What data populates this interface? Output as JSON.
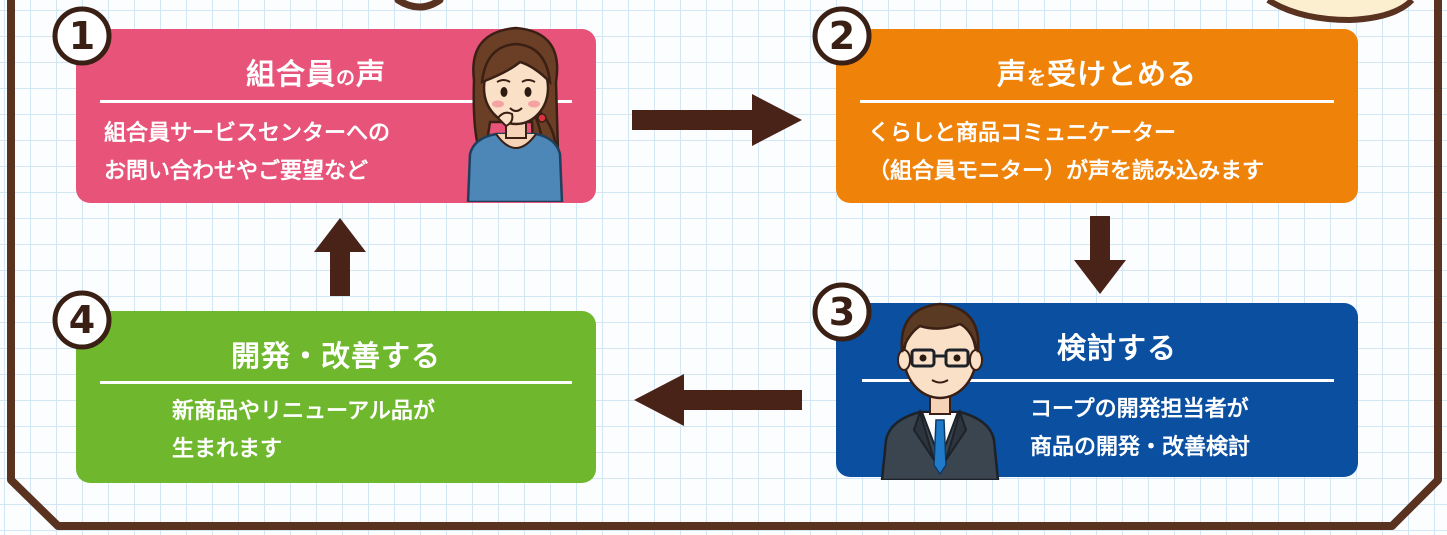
{
  "colors": {
    "frame": "#5a3220",
    "arrow": "#4a2318",
    "step1": "#e8537a",
    "step2": "#ef8209",
    "step3": "#0a4fa0",
    "step4": "#6fb82e"
  },
  "steps": [
    {
      "number": "1",
      "title_main": "組合員",
      "title_particle": "の",
      "title_end": "声",
      "lines": [
        "組合員サービスセンターへの",
        "お問い合わせやご要望など"
      ]
    },
    {
      "number": "2",
      "title_main": "声",
      "title_particle": "を",
      "title_end": "受けとめる",
      "lines": [
        "くらしと商品コミュニケーター",
        "（組合員モニター）が声を読み込みます"
      ]
    },
    {
      "number": "3",
      "title": "検討する",
      "lines": [
        "コープの開発担当者が",
        "商品の開発・改善検討"
      ]
    },
    {
      "number": "4",
      "title": "開発・改善する",
      "lines": [
        "新商品やリニューアル品が",
        "生まれます"
      ]
    }
  ]
}
